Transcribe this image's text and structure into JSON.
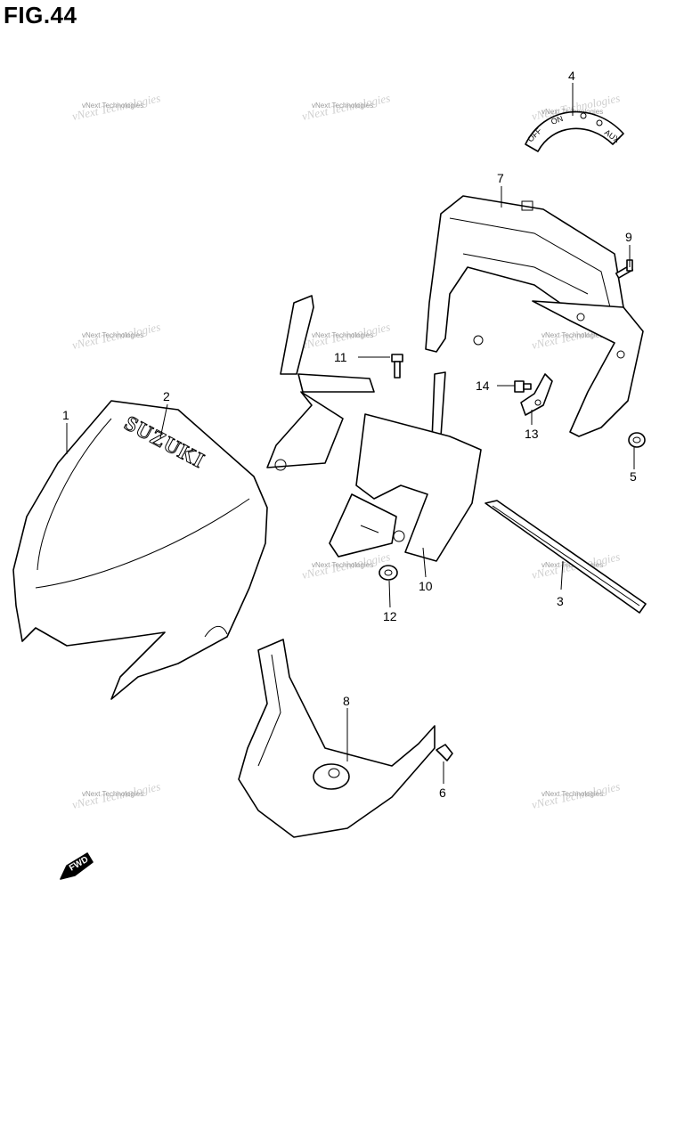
{
  "figure_title": "FIG.44",
  "watermark_text": "vNext Technologies",
  "logo_text": "SUZUKI",
  "switch_labels": {
    "off": "OFF",
    "on": "ON",
    "aux": "AUX"
  },
  "fwd_label": "FWD",
  "callouts": [
    "1",
    "2",
    "3",
    "4",
    "5",
    "6",
    "7",
    "8",
    "9",
    "10",
    "11",
    "12",
    "13",
    "14"
  ]
}
